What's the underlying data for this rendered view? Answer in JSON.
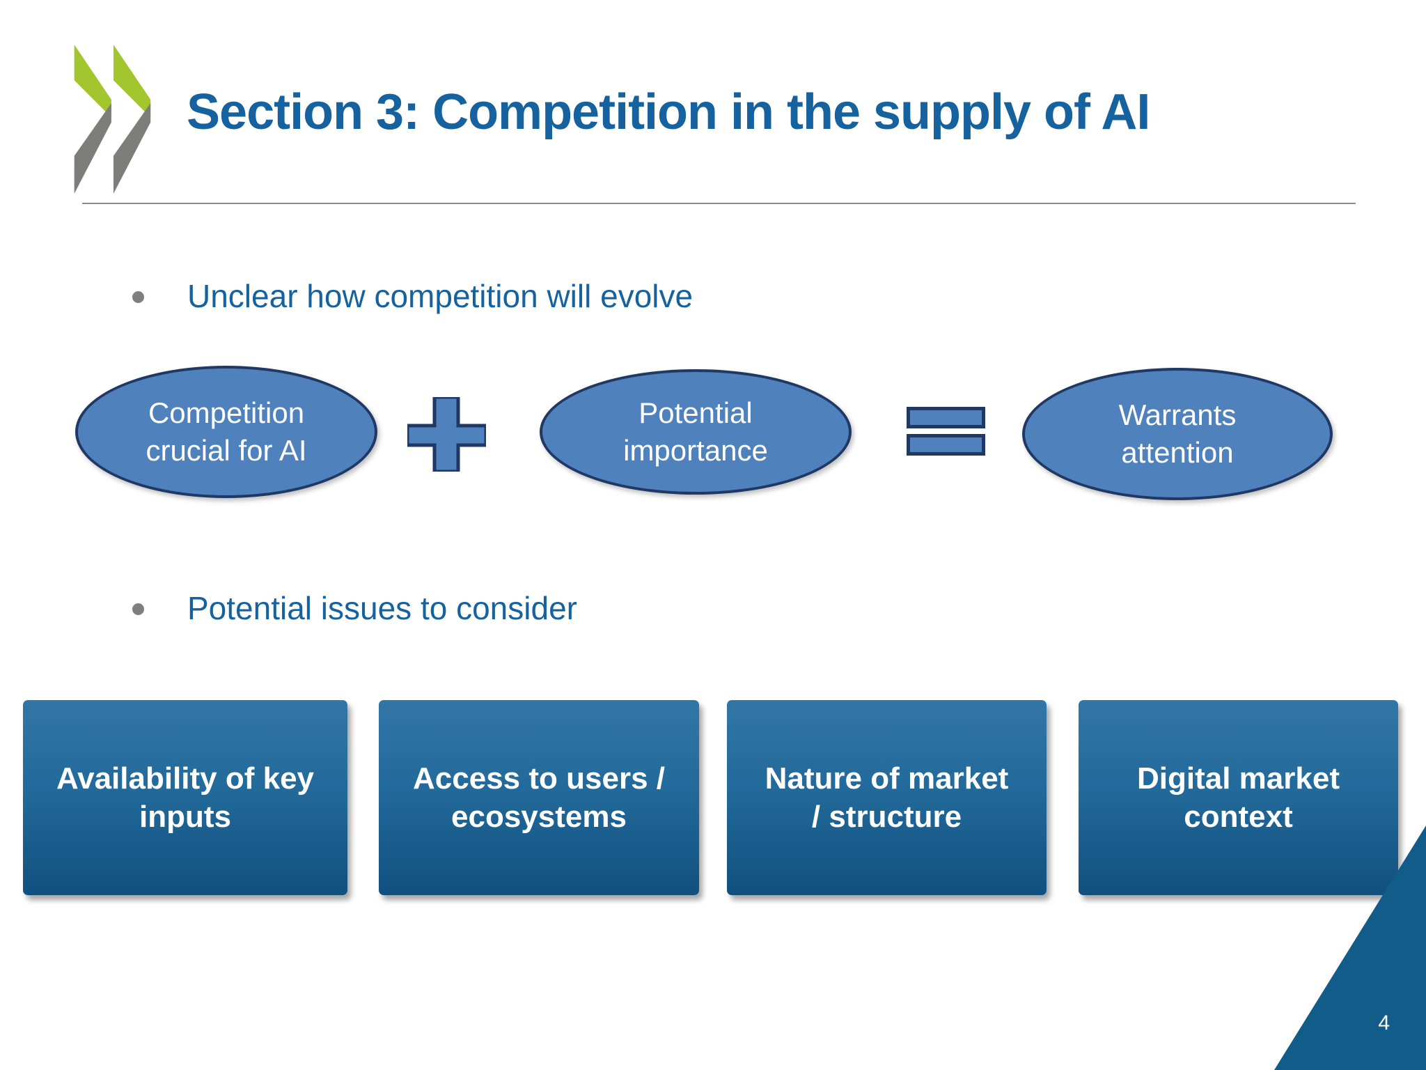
{
  "slide": {
    "title": "Section 3: Competition in the supply of AI",
    "page_number": "4",
    "bullets": [
      {
        "text": "Unclear how competition will evolve"
      },
      {
        "text": "Potential issues to consider"
      }
    ],
    "equation": {
      "operands": [
        {
          "line1": "Competition",
          "line2": "crucial for AI"
        },
        {
          "line1": "Potential",
          "line2": "importance"
        },
        {
          "line1": "Warrants",
          "line2": "attention"
        }
      ],
      "operators": [
        {
          "name": "plus",
          "glyph": "+"
        },
        {
          "name": "equals",
          "glyph": "="
        }
      ]
    },
    "issue_boxes": [
      {
        "line1": "Availability of key",
        "line2": "inputs"
      },
      {
        "line1": "Access to users /",
        "line2": "ecosystems"
      },
      {
        "line1": "Nature of market",
        "line2": "/ structure"
      },
      {
        "line1": "Digital market",
        "line2": "context"
      }
    ],
    "icons": [
      "oecd-chevrons-logo",
      "plus-icon",
      "equals-icon",
      "corner-triangle"
    ],
    "colors": {
      "title_blue": "#15629e",
      "ellipse_fill": "#4f81bd",
      "ellipse_border": "#1f3864",
      "box_gradient_top": "#3276a6",
      "box_gradient_bottom": "#11507e",
      "corner_triangle_blue": "#125c8a",
      "logo_green": "#a3c52e",
      "logo_gray": "#7d7e7a",
      "bullet_dot_gray": "#7f7f7f",
      "divider_gray": "#8a8a8a",
      "text_white": "#ffffff"
    }
  }
}
